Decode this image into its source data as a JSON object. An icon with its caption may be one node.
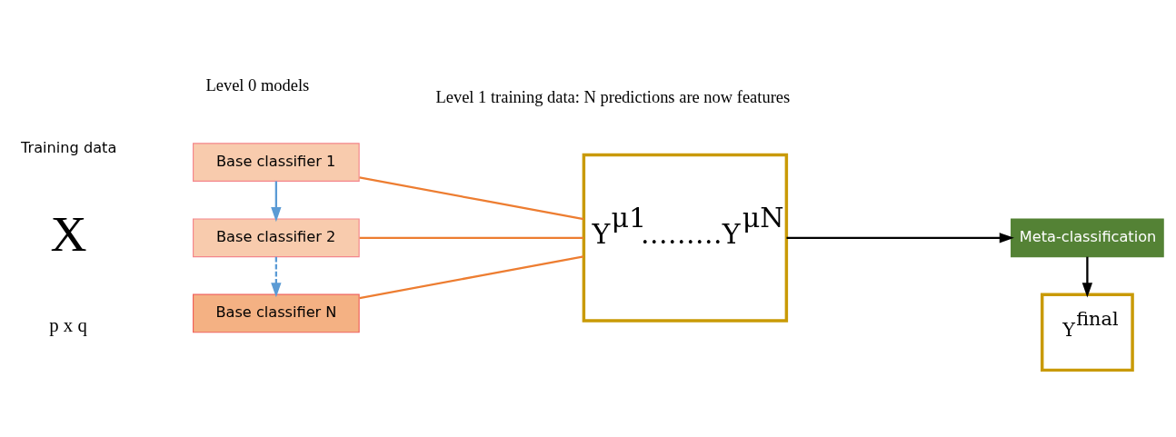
{
  "diagram": {
    "nodes": [
      {
        "text": [
          "Base classifier 1"
        ]
      },
      {
        "text": [
          "Base classifier 2"
        ]
      },
      {
        "text": [
          "Base classifier N"
        ]
      },
      {
        "text": [
          "Y$^{μ1}$………Y$^{μN}$"
        ]
      },
      {
        "text": [
          "Meta-classification"
        ]
      },
      {
        "text": [
          "Y$^{final}$"
        ]
      }
    ],
    "edges": [
      {
        "from": 0,
        "to": 1,
        "arrow": "to",
        "color": "#5b9bd5"
      },
      {
        "from": 1,
        "to": 2,
        "arrow": "to",
        "style": "dashed",
        "color": "#5b9bd5"
      },
      {
        "from": 0,
        "to": 3,
        "arrow": "none"
      },
      {
        "from": 1,
        "to": 3,
        "arrow": "none"
      },
      {
        "from": 2,
        "to": 3,
        "arrow": "none"
      },
      {
        "from": 3,
        "to": 4,
        "arrow": "to",
        "color": "#000000"
      },
      {
        "from": 4,
        "to": 5,
        "arrow": "to",
        "color": "#000000"
      }
    ],
    "labels": [
      "Level 0 models",
      "Level 1 training data: N predictions are now features",
      "Training data",
      "X",
      "p x q"
    ]
  }
}
